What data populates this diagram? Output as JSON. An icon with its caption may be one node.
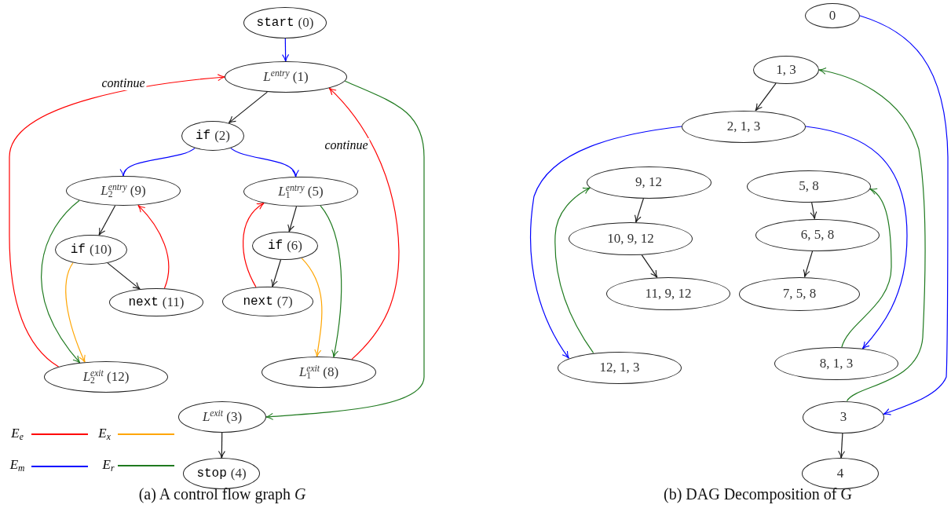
{
  "diagram": {
    "nodes": [
      {
        "text": [
          "start",
          "(0)"
        ]
      },
      {
        "text": [
          "*L*$^{entry}$ (1)"
        ]
      },
      {
        "text": [
          "if",
          "(2)"
        ]
      },
      {
        "text": [
          "*L*$_{2}$$^{entry}$ (9)"
        ]
      },
      {
        "text": [
          "*L*$_{1}$$^{entry}$ (5)"
        ]
      },
      {
        "text": [
          "if",
          "(10)"
        ]
      },
      {
        "text": [
          "if",
          "(6)"
        ]
      },
      {
        "text": [
          "next",
          "(11)"
        ]
      },
      {
        "text": [
          "next",
          "(7)"
        ]
      },
      {
        "text": [
          "*L*$_{2}$$^{exit}$ (12)"
        ]
      },
      {
        "text": [
          "*L*$_{1}$$^{exit}$ (8)"
        ]
      },
      {
        "text": [
          "*L*$^{exit}$ (3)"
        ]
      },
      {
        "text": [
          "stop",
          "(4)"
        ]
      },
      {
        "text": [
          "0"
        ]
      },
      {
        "text": [
          "1, 3"
        ]
      },
      {
        "text": [
          "2, 1, 3"
        ]
      },
      {
        "text": [
          "9, 12"
        ]
      },
      {
        "text": [
          "5, 8"
        ]
      },
      {
        "text": [
          "10, 9, 12"
        ]
      },
      {
        "text": [
          "6, 5, 8"
        ]
      },
      {
        "text": [
          "11, 9, 12"
        ]
      },
      {
        "text": [
          "7, 5, 8"
        ]
      },
      {
        "text": [
          "12, 1, 3"
        ]
      },
      {
        "text": [
          "8, 1, 3"
        ]
      },
      {
        "text": [
          "3"
        ]
      },
      {
        "text": [
          "4"
        ]
      }
    ],
    "edges": [
      {
        "from": 0,
        "to": 1,
        "arrow": "to",
        "color": "#0000ff"
      },
      {
        "from": 1,
        "to": 2,
        "arrow": "to"
      },
      {
        "from": 2,
        "to": 3,
        "arrow": "to",
        "color": "#0000ff"
      },
      {
        "from": 2,
        "to": 4,
        "arrow": "to",
        "color": "#0000ff"
      },
      {
        "from": 3,
        "to": 5,
        "arrow": "to"
      },
      {
        "from": 5,
        "to": 7,
        "arrow": "to"
      },
      {
        "from": 7,
        "to": 3,
        "arrow": "to",
        "color": "#ff0000"
      },
      {
        "from": 5,
        "to": 9,
        "arrow": "to",
        "color": "#ffa500"
      },
      {
        "from": 3,
        "to": 9,
        "arrow": "to",
        "color": "#1f7a1f"
      },
      {
        "from": 9,
        "to": 1,
        "arrow": "to",
        "color": "#ff0000",
        "label": "continue"
      },
      {
        "from": 4,
        "to": 6,
        "arrow": "to"
      },
      {
        "from": 6,
        "to": 8,
        "arrow": "to"
      },
      {
        "from": 8,
        "to": 4,
        "arrow": "to",
        "color": "#ff0000"
      },
      {
        "from": 6,
        "to": 10,
        "arrow": "to",
        "color": "#ffa500"
      },
      {
        "from": 4,
        "to": 10,
        "arrow": "to",
        "color": "#1f7a1f"
      },
      {
        "from": 10,
        "to": 1,
        "arrow": "to",
        "color": "#ff0000",
        "label": "continue"
      },
      {
        "from": 1,
        "to": 11,
        "arrow": "to",
        "color": "#1f7a1f"
      },
      {
        "from": 11,
        "to": 12,
        "arrow": "to"
      },
      {
        "from": 13,
        "to": 24,
        "arrow": "to",
        "color": "#0000ff"
      },
      {
        "from": 14,
        "to": 15,
        "arrow": "to"
      },
      {
        "from": 15,
        "to": 22,
        "arrow": "to",
        "color": "#0000ff"
      },
      {
        "from": 15,
        "to": 23,
        "arrow": "to",
        "color": "#0000ff"
      },
      {
        "from": 16,
        "to": 18,
        "arrow": "to"
      },
      {
        "from": 18,
        "to": 20,
        "arrow": "to"
      },
      {
        "from": 17,
        "to": 19,
        "arrow": "to"
      },
      {
        "from": 19,
        "to": 21,
        "arrow": "to"
      },
      {
        "from": 22,
        "to": 16,
        "arrow": "to",
        "color": "#1f7a1f"
      },
      {
        "from": 23,
        "to": 17,
        "arrow": "to",
        "color": "#1f7a1f"
      },
      {
        "from": 24,
        "to": 14,
        "arrow": "to",
        "color": "#1f7a1f"
      },
      {
        "from": 24,
        "to": 25,
        "arrow": "to"
      }
    ],
    "labels": [
      "(a) A control flow graph *G*",
      "(b) DAG Decomposition of G"
    ],
    "legend": [
      {
        "text": "E$_{e}$",
        "color": "#ff0000"
      },
      {
        "text": "E$_{x}$",
        "color": "#ffa500"
      },
      {
        "text": "E$_{m}$",
        "color": "#0000ff"
      },
      {
        "text": "E$_{r}$",
        "color": "#1f7a1f"
      }
    ]
  }
}
